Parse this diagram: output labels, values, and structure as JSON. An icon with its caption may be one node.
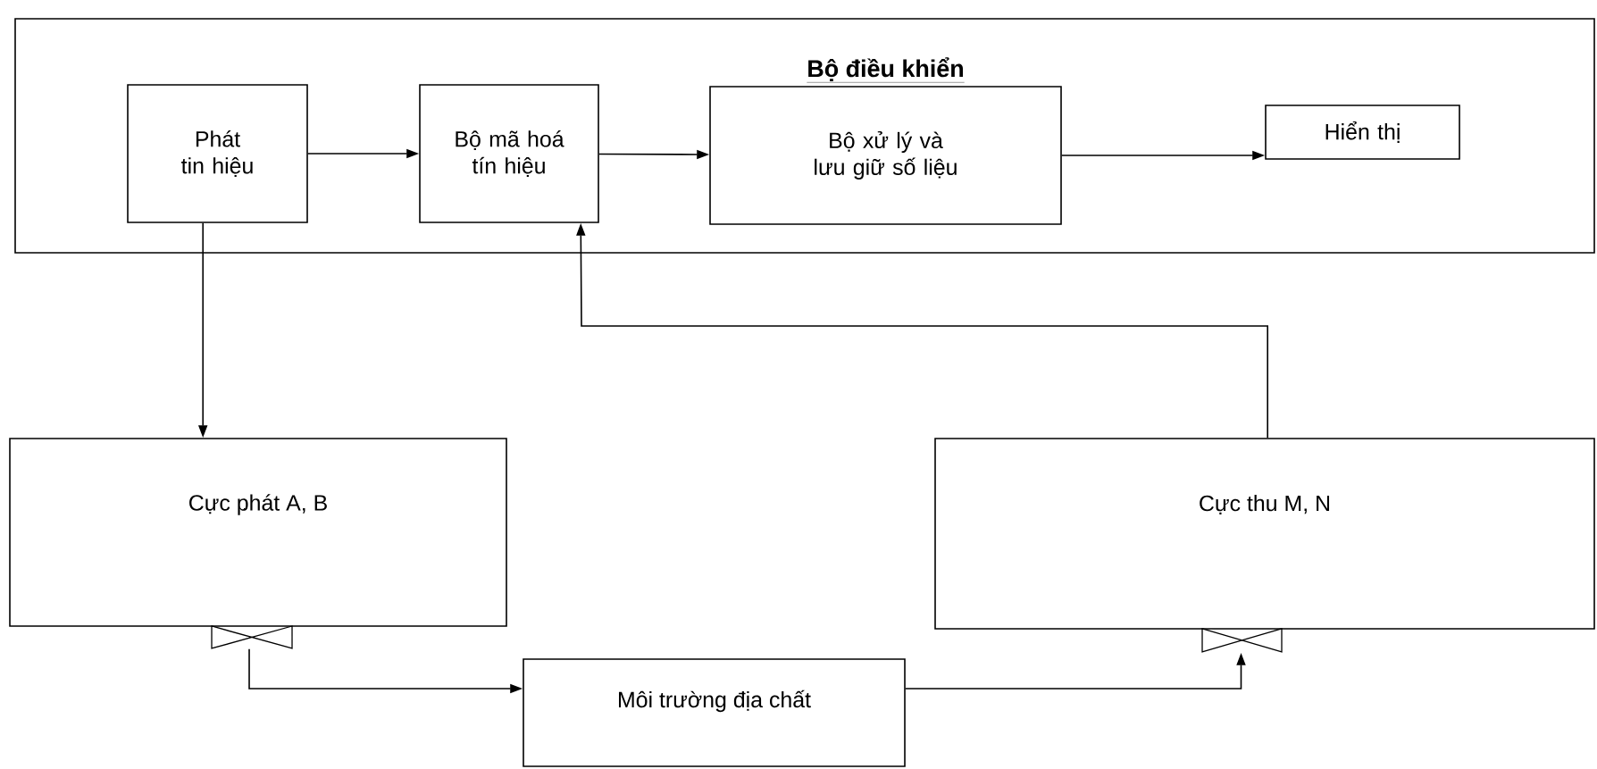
{
  "diagram": {
    "nodes": [
      {
        "text": [
          "Bộ điều khiển"
        ]
      },
      {
        "text": [
          "Phát tin hiệu"
        ],
        "in": 0
      },
      {
        "text": [
          "Bộ mã hoá tín hiệu"
        ],
        "in": 0
      },
      {
        "text": [
          "Bộ xử lý và lưu giữ số liệu"
        ],
        "in": 0
      },
      {
        "text": [
          "Hiển thị"
        ],
        "in": 0
      },
      {
        "text": [
          "Cực phát A, B"
        ]
      },
      {
        "text": [
          "Cực thu M, N"
        ]
      },
      {
        "text": [
          "Môi trường địa chất"
        ]
      },
      {
        "text": [],
        "shape": "valve"
      },
      {
        "text": [],
        "shape": "valve"
      }
    ],
    "edges": [
      {
        "from": 1,
        "to": 2,
        "arrow": "to"
      },
      {
        "from": 2,
        "to": 3,
        "arrow": "to"
      },
      {
        "from": 3,
        "to": 4,
        "arrow": "to"
      },
      {
        "from": 1,
        "to": 5,
        "arrow": "to"
      },
      {
        "from": 6,
        "to": 2,
        "arrow": "to"
      },
      {
        "from": 8,
        "to": 7,
        "arrow": "to"
      },
      {
        "from": 7,
        "to": 9,
        "arrow": "to"
      }
    ]
  }
}
